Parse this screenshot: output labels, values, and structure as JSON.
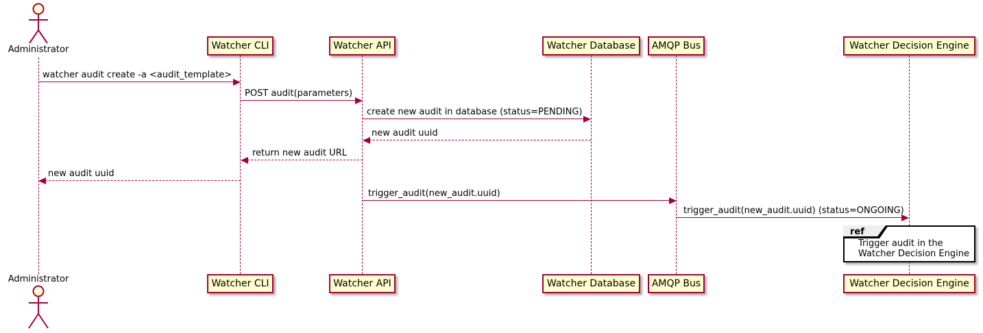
{
  "diagram": {
    "kind": "plantuml-sequence-diagram",
    "colors": {
      "participant_fill": "#FEFECE",
      "line_and_border": "#A80036",
      "text": "#000000",
      "ref_border": "#000000",
      "ref_tab_fill": "#EEEEEE",
      "background": "#FFFFFF"
    },
    "actor": {
      "label": "Administrator"
    },
    "participants": [
      {
        "label": "Watcher CLI"
      },
      {
        "label": "Watcher API"
      },
      {
        "label": "Watcher Database"
      },
      {
        "label": "AMQP Bus"
      },
      {
        "label": "Watcher Decision Engine"
      }
    ],
    "messages": [
      {
        "from": "Administrator",
        "to": "Watcher CLI",
        "line": "solid",
        "label": "watcher audit create -a <audit_template>"
      },
      {
        "from": "Watcher CLI",
        "to": "Watcher API",
        "line": "solid",
        "label": "POST audit(parameters)"
      },
      {
        "from": "Watcher API",
        "to": "Watcher Database",
        "line": "solid",
        "label": "create new audit in database (status=PENDING)"
      },
      {
        "from": "Watcher Database",
        "to": "Watcher API",
        "line": "dashed",
        "label": "new audit uuid"
      },
      {
        "from": "Watcher API",
        "to": "Watcher CLI",
        "line": "dashed",
        "label": "return new audit URL"
      },
      {
        "from": "Watcher CLI",
        "to": "Administrator",
        "line": "dashed",
        "label": "new audit uuid"
      },
      {
        "from": "Watcher API",
        "to": "AMQP Bus",
        "line": "solid",
        "label": "trigger_audit(new_audit.uuid)"
      },
      {
        "from": "AMQP Bus",
        "to": "Watcher Decision Engine",
        "line": "solid",
        "label": "trigger_audit(new_audit.uuid) (status=ONGOING)"
      }
    ],
    "ref_fragment": {
      "keyword": "ref",
      "over": "Watcher Decision Engine",
      "text_lines": [
        "Trigger audit in the",
        "Watcher Decision Engine"
      ]
    }
  }
}
